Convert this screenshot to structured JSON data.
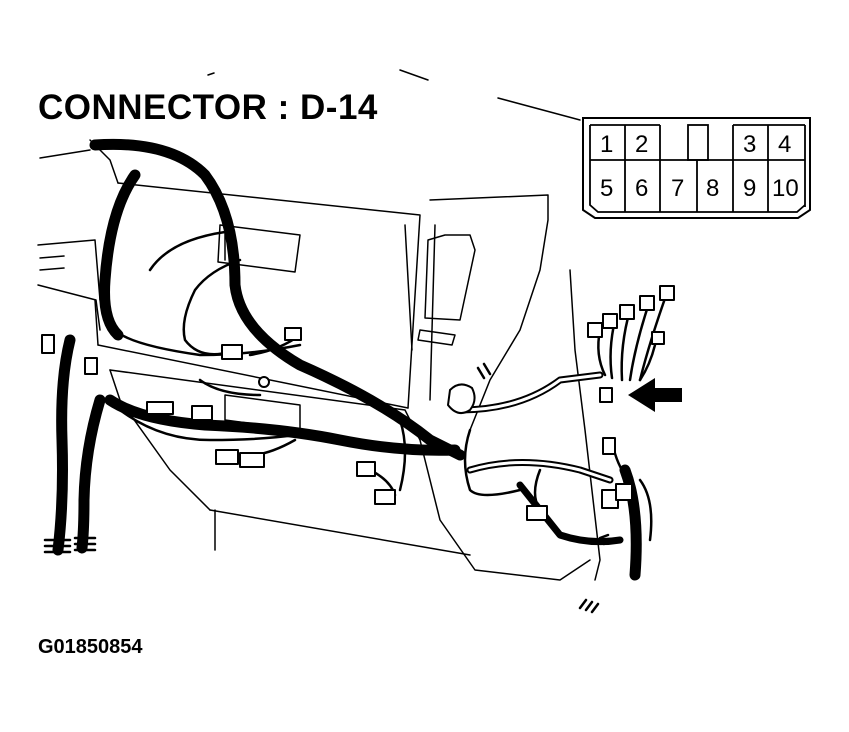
{
  "title": "CONNECTOR : D-14",
  "figure_id": "G01850854",
  "connector": {
    "name": "D-14",
    "top_row": [
      "1",
      "2",
      "",
      "3",
      "4"
    ],
    "bottom_row": [
      "5",
      "6",
      "7",
      "8",
      "9",
      "10"
    ]
  },
  "colors": {
    "ink": "#000000",
    "paper": "#ffffff"
  },
  "icons": {
    "pointer": "arrow-left-icon"
  }
}
